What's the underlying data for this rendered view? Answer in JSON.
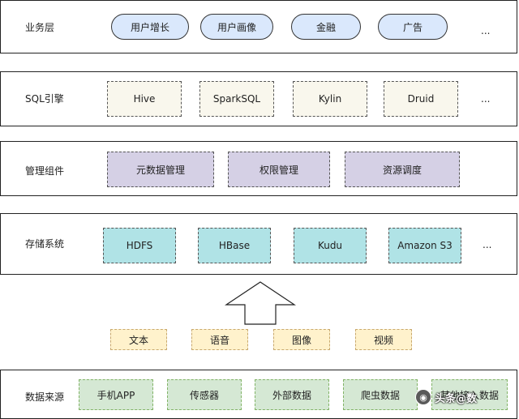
{
  "layers": {
    "business": {
      "label": "业务层",
      "items": [
        "用户增长",
        "用户画像",
        "金融",
        "广告"
      ],
      "ellipsis": "..."
    },
    "sql_engine": {
      "label": "SQL引擎",
      "items": [
        "Hive",
        "SparkSQL",
        "Kylin",
        "Druid"
      ],
      "ellipsis": "..."
    },
    "management": {
      "label": "管理组件",
      "items": [
        "元数据管理",
        "权限管理",
        "资源调度"
      ]
    },
    "storage": {
      "label": "存储系统",
      "items": [
        "HDFS",
        "HBase",
        "Kudu",
        "Amazon S3"
      ],
      "ellipsis": "..."
    },
    "data_types": {
      "items": [
        "文本",
        "语音",
        "图像",
        "视频"
      ]
    },
    "data_source": {
      "label": "数据来源",
      "items": [
        "手机APP",
        "传感器",
        "外部数据",
        "爬虫数据",
        "其他接入数据"
      ]
    }
  },
  "watermark": {
    "text": "头条@数"
  },
  "colors": {
    "business_fill": "#dae8fc",
    "sql_fill": "#f9f7ed",
    "management_fill": "#d5d0e5",
    "storage_fill": "#b0e3e6",
    "data_type_fill": "#fff2cc",
    "source_fill": "#d5e8d4",
    "border": "#222222"
  }
}
